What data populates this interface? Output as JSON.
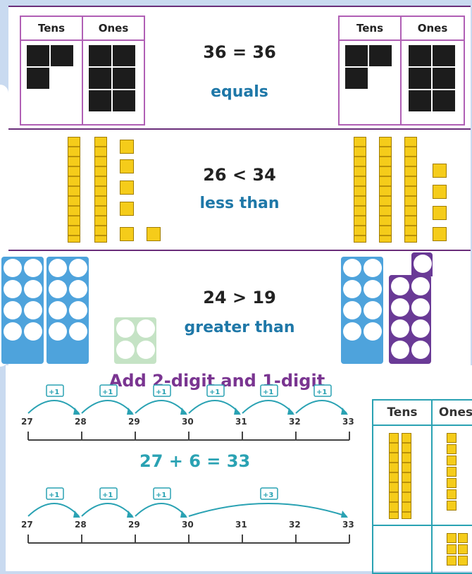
{
  "section1": {
    "left_pv": {
      "tens_label": "Tens",
      "ones_label": "Ones"
    },
    "right_pv": {
      "tens_label": "Tens",
      "ones_label": "Ones"
    },
    "equation": "36 = 36",
    "word": "equals"
  },
  "section2": {
    "equation": "26 < 34",
    "word": "less than"
  },
  "section3": {
    "equation": "24 > 19",
    "word": "greater than"
  },
  "bottom": {
    "title": "Add 2-digit and 1-digit",
    "sum": "27 + 6 = 33",
    "line1": {
      "ticks": [
        "27",
        "28",
        "29",
        "30",
        "31",
        "32",
        "33"
      ],
      "jumps": [
        "+1",
        "+1",
        "+1",
        "+1",
        "+1",
        "+1"
      ]
    },
    "line2": {
      "ticks": [
        "27",
        "28",
        "29",
        "30",
        "31",
        "32",
        "33"
      ],
      "jumps": [
        "+1",
        "+1",
        "+1",
        "+3"
      ]
    },
    "pv": {
      "tens_label": "Tens",
      "ones_label": "Ones"
    }
  },
  "colors": {
    "purple": "#6a2e7a",
    "teal": "#2aa2b3",
    "blue_word": "#1f78a8",
    "yellow": "#f5cc1a",
    "frame_blue": "#4ea3dc",
    "frame_purple": "#6a3a96",
    "frame_green": "#c5e3c5"
  }
}
